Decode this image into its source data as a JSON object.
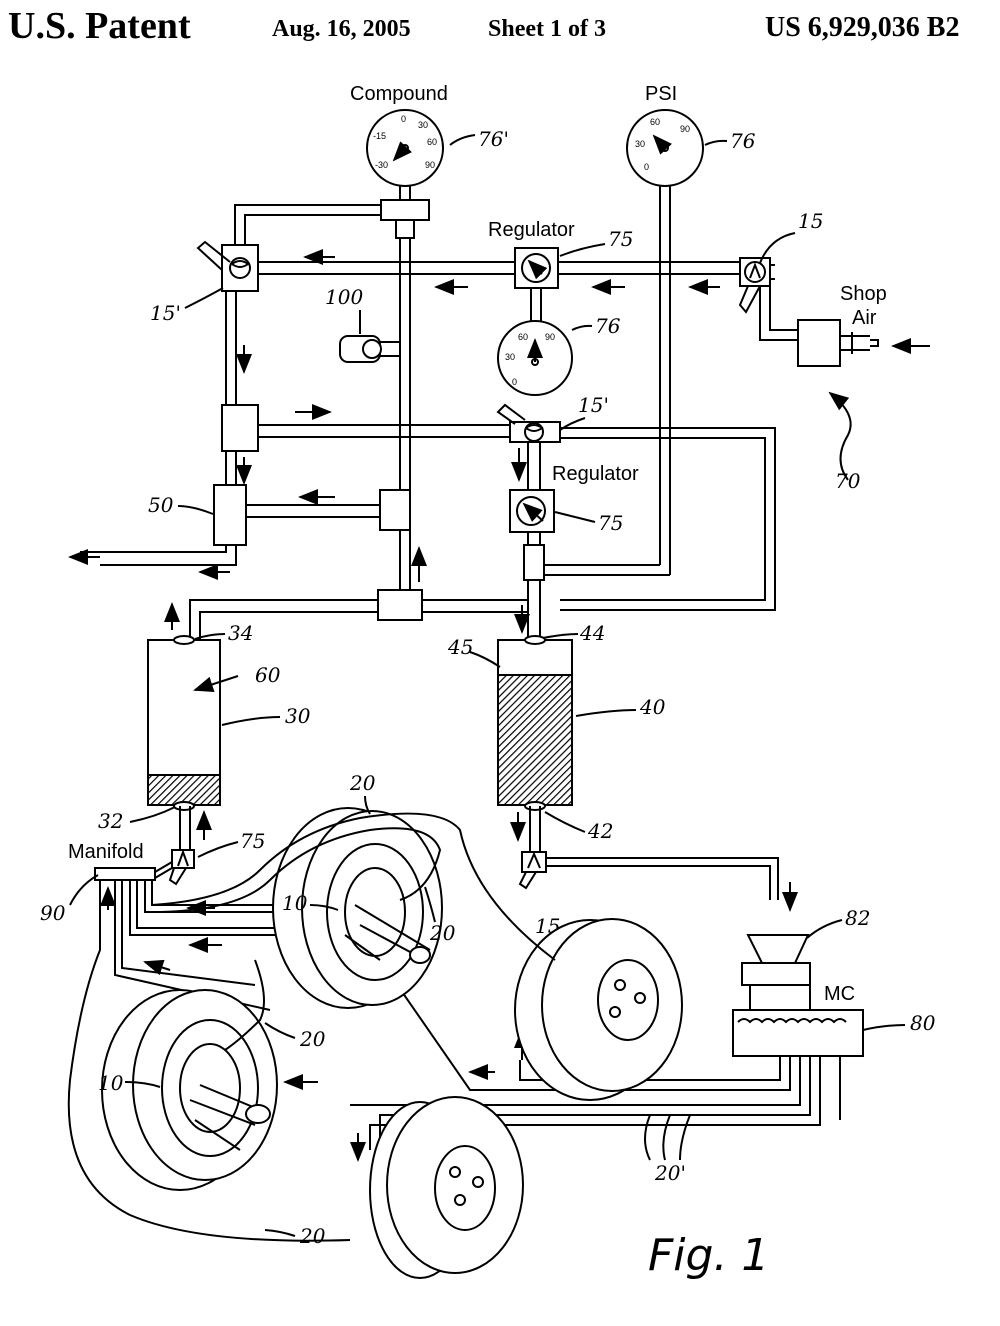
{
  "header": {
    "title": "U.S. Patent",
    "date": "Aug. 16, 2005",
    "sheet": "Sheet 1 of 3",
    "patent_number": "US 6,929,036 B2"
  },
  "labels": {
    "compound": "Compound",
    "psi": "PSI",
    "regulator": "Regulator",
    "shop_air": [
      "Shop",
      "Air"
    ],
    "manifold": "Manifold",
    "mc": "MC",
    "figure": "Fig. 1"
  },
  "gauge_ticks": {
    "compound": [
      "0",
      "30",
      "-15",
      "60",
      "90",
      "-30"
    ],
    "psi": [
      "60",
      "90",
      "30",
      "0"
    ],
    "mid": [
      "60",
      "90",
      "30",
      "0"
    ]
  },
  "refs": {
    "r76p": "76'",
    "r76a": "76",
    "r76b": "76",
    "r15a": "15",
    "r15p1": "15'",
    "r15p2": "15'",
    "r75a": "75",
    "r75b": "75",
    "r75c": "75",
    "r100": "100",
    "r70": "70",
    "r50": "50",
    "r34": "34",
    "r44": "44",
    "r45": "45",
    "r60": "60",
    "r30": "30",
    "r40": "40",
    "r20a": "20",
    "r20b": "20",
    "r20c": "20",
    "r20d": "20",
    "r20p": "20'",
    "r32": "32",
    "r42": "42",
    "r15b": "15",
    "r82": "82",
    "r80": "80",
    "r90": "90",
    "r10a": "10",
    "r10b": "10"
  },
  "colors": {
    "ink": "#000000",
    "paper": "#ffffff"
  }
}
